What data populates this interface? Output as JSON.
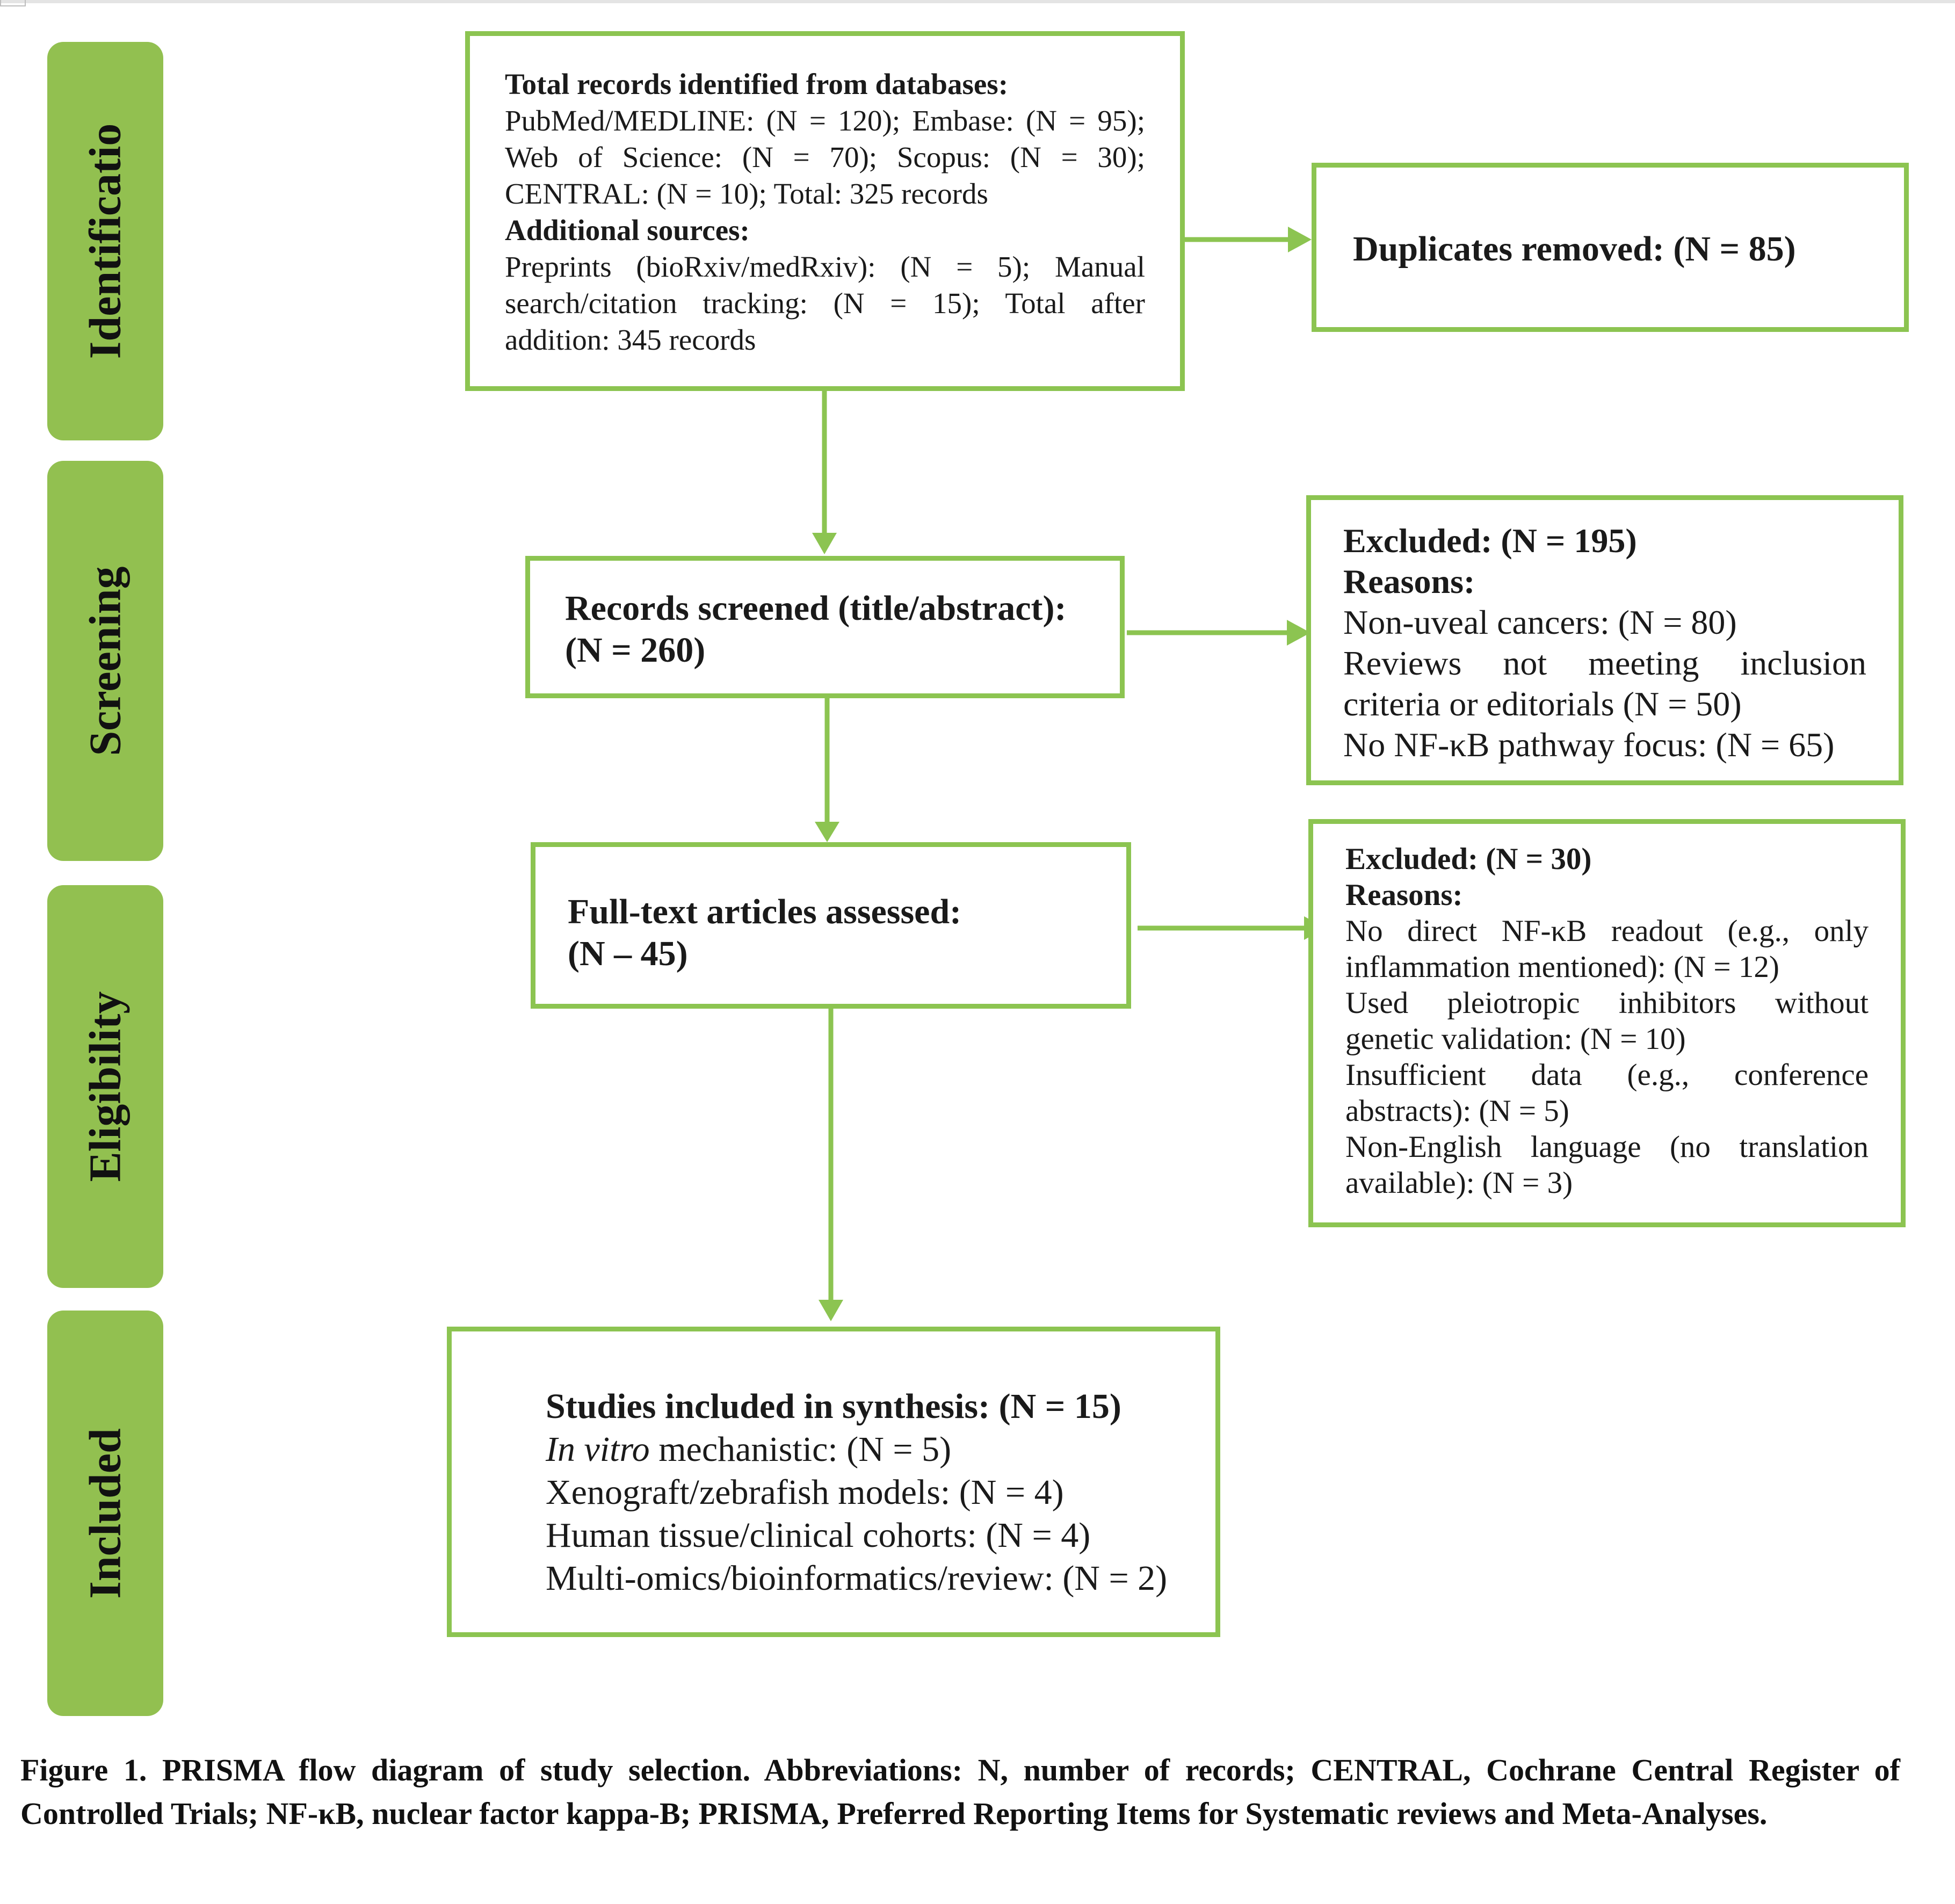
{
  "phases": {
    "identification": "Identificatio",
    "screening": "Screening",
    "eligibility": "Eligibility",
    "included": "Included"
  },
  "identification": {
    "heading": "Total records identified from databases:",
    "databases": "PubMed/MEDLINE: (N = 120); Embase: (N = 95); Web of Science: (N = 70); Scopus: (N = 30); CENTRAL: (N = 10); Total: 325 records",
    "additional_heading": "Additional sources:",
    "additional": "Preprints (bioRxiv/medRxiv): (N = 5); Manual search/citation tracking: (N = 15); Total after addition: 345 records"
  },
  "duplicates": {
    "label": "Duplicates removed: (N = 85)"
  },
  "screened": {
    "label": "Records screened (title/abstract):",
    "count": "(N = 260)"
  },
  "excluded_screening": {
    "heading": "Excluded: (N = 195)",
    "reasons_label": "Reasons:",
    "reasons": [
      "Non-uveal cancers: (N = 80)",
      "Reviews not meeting inclusion criteria or editorials (N = 50)",
      "No NF-κB pathway focus: (N = 65)"
    ]
  },
  "fulltext": {
    "label": "Full-text articles assessed:",
    "count": "(N – 45)"
  },
  "excluded_eligibility": {
    "heading": "Excluded: (N = 30)",
    "reasons_label": "Reasons:",
    "reasons": [
      "No direct NF-κB readout (e.g., only inflammation mentioned): (N = 12)",
      "Used pleiotropic inhibitors without genetic validation: (N = 10)",
      "Insufficient data (e.g., conference abstracts): (N = 5)",
      "Non-English language (no translation available): (N = 3)"
    ]
  },
  "included_box": {
    "heading": "Studies included in synthesis: (N = 15)",
    "in_vitro_italic": "In vitro",
    "in_vitro_rest": " mechanistic: (N = 5)",
    "items": [
      "Xenograft/zebrafish models: (N = 4)",
      "Human tissue/clinical cohorts: (N = 4)",
      "Multi-omics/bioinformatics/review: (N = 2)"
    ]
  },
  "caption": "Figure 1. PRISMA flow diagram of study selection. Abbreviations: N, number of records; CENTRAL, Cochrane Central Register of Controlled Trials; NF-κB, nuclear factor kappa-B; PRISMA, Preferred Reporting Items for Systematic reviews and Meta-Analyses.",
  "colors": {
    "phase_fill": "#92c050",
    "box_border": "#8cc451",
    "arrow": "#8cc451"
  }
}
